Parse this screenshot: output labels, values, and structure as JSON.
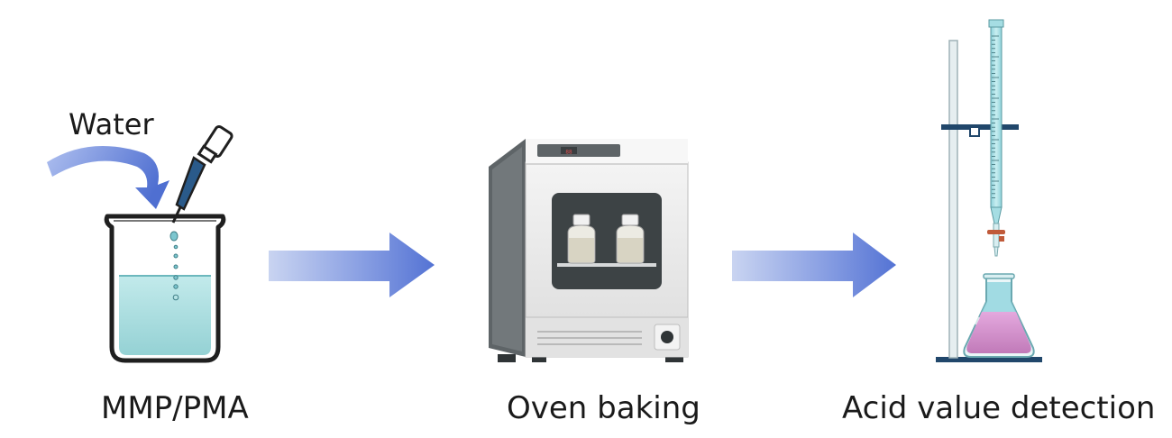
{
  "labels": {
    "water": "Water",
    "step1": "MMP/PMA",
    "step2": "Oven baking",
    "step3": "Acid value detection"
  },
  "oven": {
    "display_text": "88"
  },
  "colors": {
    "arrow": "#5b78d6",
    "arrow_light": "#b8c6ee",
    "water": "#a8dede",
    "beaker_outline": "#1f1f1f",
    "pipette": "#2a5a8a",
    "oven_body": "#ececec",
    "oven_side": "#5e6467",
    "oven_window": "#3d4345",
    "clamp": "#21476b",
    "burette_tube": "#a5dde3",
    "flask_liquid": "#cc8cc6",
    "flask_top": "#8fd5dd"
  }
}
